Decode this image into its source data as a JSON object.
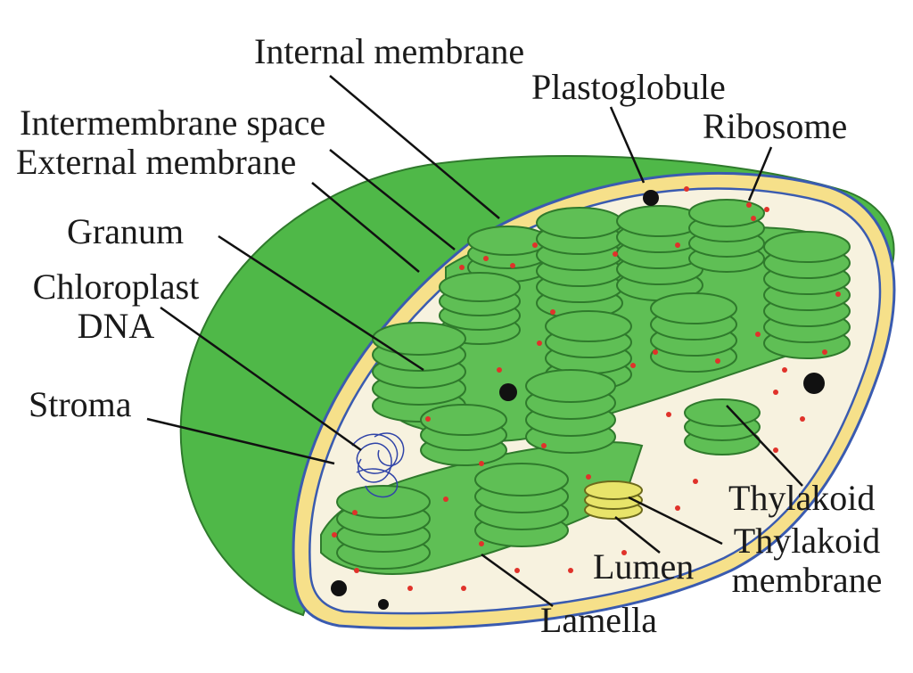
{
  "labels": {
    "internal_membrane": "Internal membrane",
    "plastoglobule": "Plastoglobule",
    "ribosome": "Ribosome",
    "intermembrane_space": "Intermembrane space",
    "external_membrane": "External membrane",
    "granum": "Granum",
    "chloroplast_dna_line1": "Chloroplast",
    "chloroplast_dna_line2": "DNA",
    "stroma": "Stroma",
    "thylakoid": "Thylakoid",
    "thylakoid_membrane_line1": "Thylakoid",
    "thylakoid_membrane_line2": "membrane",
    "lumen": "Lumen",
    "lamella": "Lamella"
  },
  "colors": {
    "outer_green": "#4fb848",
    "membrane_yellow": "#f6e08a",
    "membrane_outline": "#3a5bb0",
    "stroma": "#f7f2df",
    "grana_green": "#5fbf55",
    "grana_dark": "#2f7a2c",
    "ribosome_red": "#e0322a",
    "dna_blue": "#3044a8",
    "thylakoid_yellow": "#e8e46a"
  }
}
